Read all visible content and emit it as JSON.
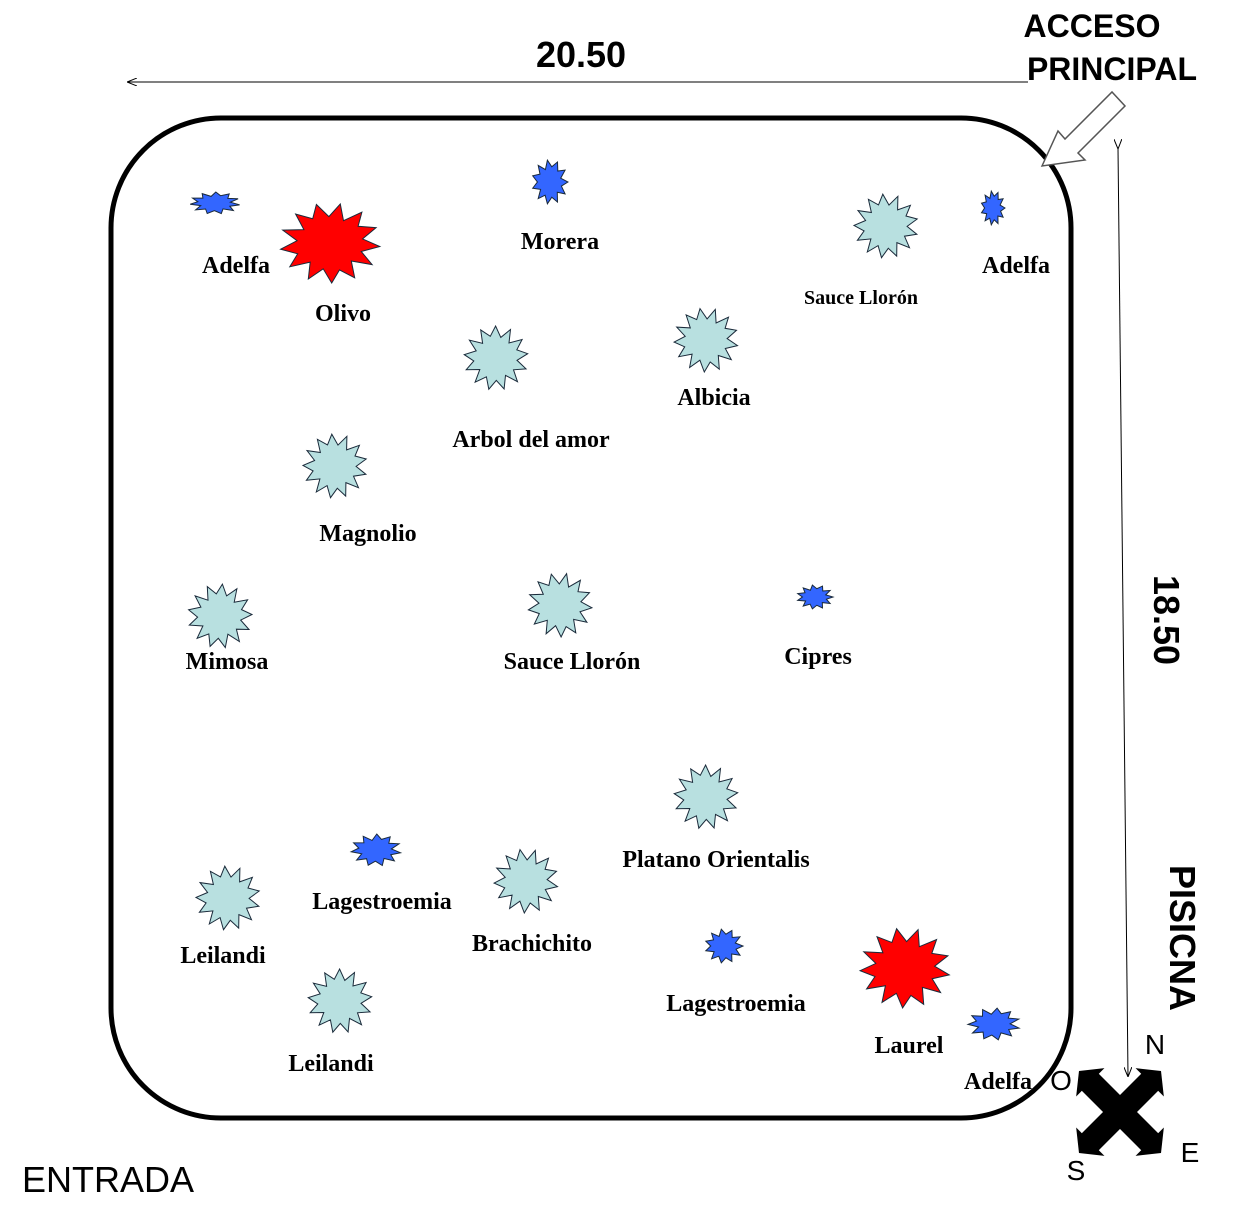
{
  "dimensions": {
    "width_label": "20.50",
    "height_label": "18.50"
  },
  "labels": {
    "main_access_line1": "ACCESO",
    "main_access_line2": "PRINCIPAL",
    "entrance": "ENTRADA",
    "pool": "PISICNA"
  },
  "compass": {
    "north": "N",
    "south": "S",
    "east": "E",
    "west": "O"
  },
  "colors": {
    "large_tree": "#ff0000",
    "medium_tree": "#b8e0e0",
    "small_shrub": "#3366ff"
  },
  "plants": [
    {
      "name": "Adelfa",
      "kind": "shrub"
    },
    {
      "name": "Olivo",
      "kind": "large"
    },
    {
      "name": "Morera",
      "kind": "shrub"
    },
    {
      "name": "Sauce Llorón",
      "kind": "medium"
    },
    {
      "name": "Adelfa",
      "kind": "shrub"
    },
    {
      "name": "Arbol del amor",
      "kind": "medium"
    },
    {
      "name": "Albicia",
      "kind": "medium"
    },
    {
      "name": "Magnolio",
      "kind": "medium"
    },
    {
      "name": "Mimosa",
      "kind": "medium"
    },
    {
      "name": "Sauce Llorón",
      "kind": "medium"
    },
    {
      "name": "Cipres",
      "kind": "shrub"
    },
    {
      "name": "Platano Orientalis",
      "kind": "medium"
    },
    {
      "name": "Lagestroemia",
      "kind": "shrub"
    },
    {
      "name": "Leilandi",
      "kind": "medium"
    },
    {
      "name": "Brachichito",
      "kind": "medium"
    },
    {
      "name": "Lagestroemia",
      "kind": "shrub"
    },
    {
      "name": "Laurel",
      "kind": "large"
    },
    {
      "name": "Leilandi",
      "kind": "medium"
    },
    {
      "name": "Adelfa",
      "kind": "shrub"
    }
  ]
}
